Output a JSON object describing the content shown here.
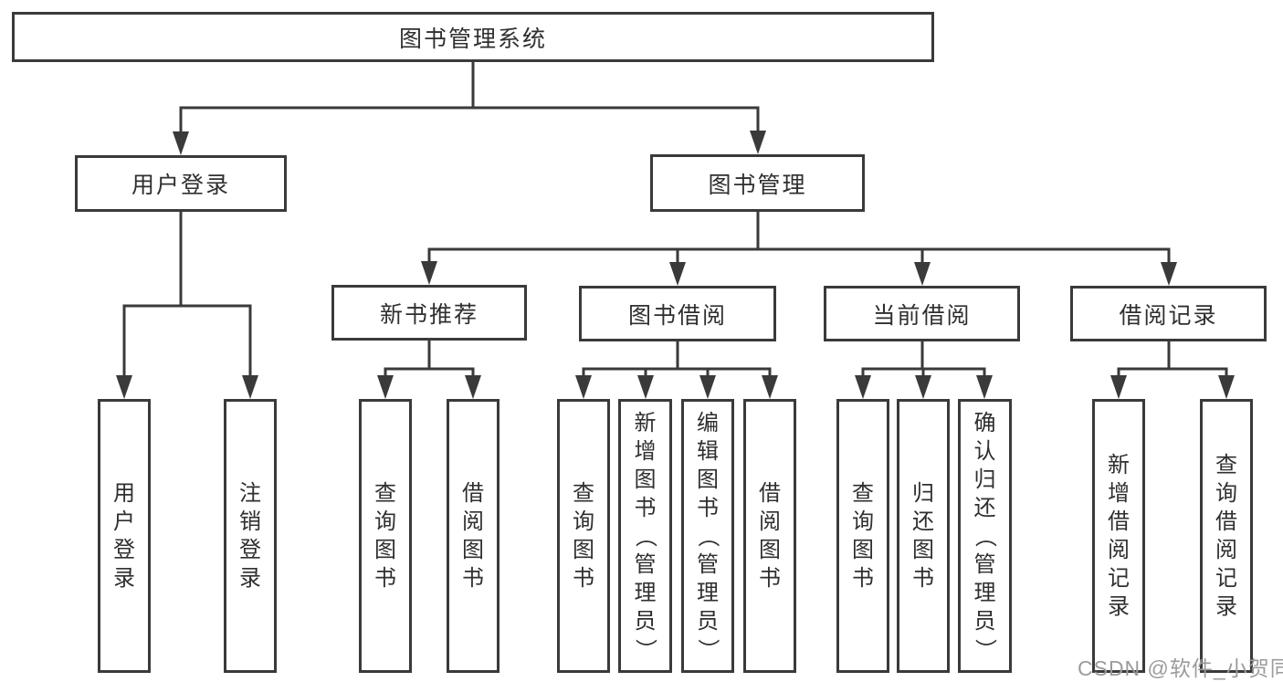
{
  "nodes": {
    "root": "图书管理系统",
    "login": "用户登录",
    "manage": "图书管理",
    "level3": [
      "新书推荐",
      "图书借阅",
      "当前借阅",
      "借阅记录"
    ],
    "leaves_login": [
      "用户登录",
      "注销登录"
    ],
    "leaves_recommend": [
      "查询图书",
      "借阅图书"
    ],
    "leaves_borrow": [
      "查询图书",
      "新增图书（管理员）",
      "编辑图书（管理员）",
      "借阅图书"
    ],
    "leaves_current": [
      "查询图书",
      "归还图书",
      "确认归还（管理员）"
    ],
    "leaves_records": [
      "新增借阅记录",
      "查询借阅记录"
    ]
  },
  "watermark": "CSDN @软件_小贺同学",
  "colors": {
    "line": "#3a3a3a",
    "text": "#2f2f2f",
    "watermark": "#9b9b9b",
    "background": "#ffffff"
  }
}
